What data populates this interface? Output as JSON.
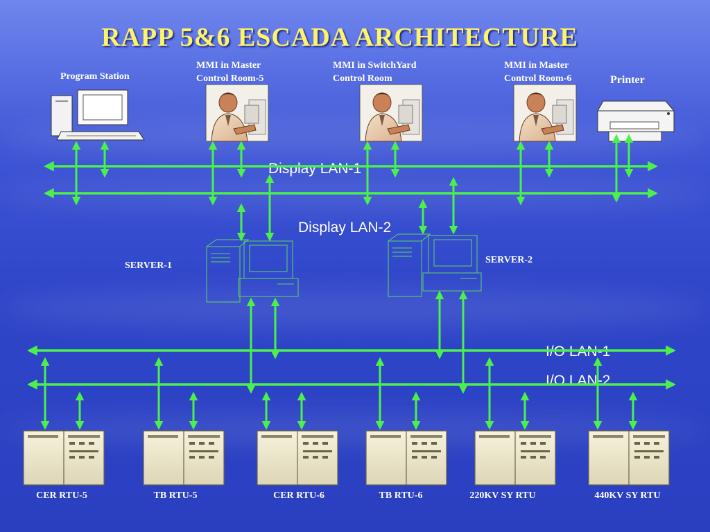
{
  "title": "RAPP 5&6  ESCADA  ARCHITECTURE",
  "colors": {
    "title": "#fff36a",
    "link": "#4cf04c",
    "text": "#ffffff",
    "background": "#3248cc"
  },
  "stations": {
    "program_station": "Program Station",
    "mmi_master_5": {
      "line1": "MMI in Master",
      "line2": "Control Room-5"
    },
    "mmi_switchyard": {
      "line1": "MMI in SwitchYard",
      "line2": "Control Room"
    },
    "mmi_master_6": {
      "line1": "MMI in Master",
      "line2": "Control Room-6"
    },
    "printer": "Printer"
  },
  "lans": {
    "display_lan_1": "Display LAN-1",
    "display_lan_2": "Display LAN-2",
    "io_lan_1": "I/O LAN-1",
    "io_lan_2": "I/O LAN-2"
  },
  "servers": {
    "server_1": "SERVER-1",
    "server_2": "SERVER-2"
  },
  "rtus": [
    "CER RTU-5",
    "TB RTU-5",
    "CER RTU-6",
    "TB RTU-6",
    "220KV SY RTU",
    "440KV SY RTU"
  ],
  "icons": {
    "program_station": "desktop-computer-icon",
    "mmi": "operator-workstation-icon",
    "printer": "printer-icon",
    "server": "server-tower-icon",
    "rtu": "rtu-cabinet-icon"
  }
}
